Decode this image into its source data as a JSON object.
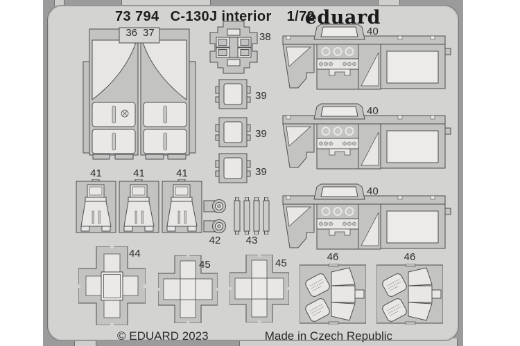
{
  "header": {
    "catalog_no": "73 794",
    "product": "C-130J interior",
    "scale": "1/72",
    "brand": "eduard"
  },
  "footer": {
    "copyright": "© EDUARD 2023",
    "made_in": "Made in Czech Republic"
  },
  "part_numbers": {
    "p36": "36",
    "p37": "37",
    "p38": "38",
    "p39": "39",
    "p40": "40",
    "p41": "41",
    "p42": "42",
    "p43": "43",
    "p44": "44",
    "p45": "45",
    "p46": "46"
  },
  "visible_part_labels": [
    "36",
    "37",
    "38",
    "39",
    "39",
    "39",
    "40",
    "40",
    "40",
    "41",
    "41",
    "41",
    "42",
    "43",
    "44",
    "45",
    "45",
    "46",
    "46"
  ],
  "colors": {
    "page_bg": "#ffffff",
    "photo_bg": "#9b9b9b",
    "fret_base": "#d3d3d1",
    "part_metal": "#c3c3c1",
    "etched_light": "#e8e7e5",
    "window_light": "#ecebe9",
    "outline": "#4e4e4e",
    "text": "#1d1d1d"
  }
}
